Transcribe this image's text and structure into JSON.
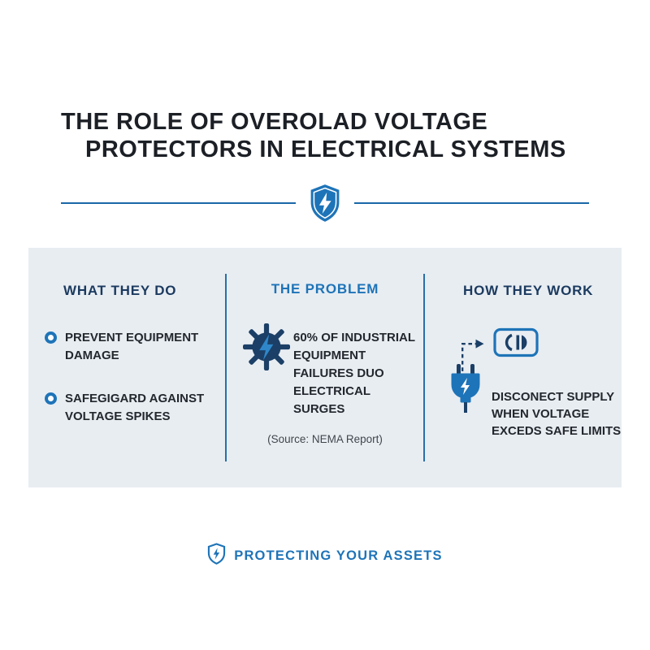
{
  "title": {
    "line1": "THE ROLE OF OVEROLAD VOLTAGE",
    "line2": "PROTECTORS IN ELECTRICAL SYSTEMS"
  },
  "columns": [
    {
      "heading": "WHAT THEY DO",
      "bullets": [
        {
          "lines": [
            "PREVENT EQUIPMENT",
            "DAMAGE"
          ]
        },
        {
          "lines": [
            "SAFEGIGARD AGAINST",
            "VOLTAGE SPIKES"
          ]
        }
      ]
    },
    {
      "heading": "THE PROBLEM",
      "stat_lines": [
        "60% OF INDUSTRIAL",
        "EQUIPMENT",
        "FAILURES DUO",
        "ELECTRICAL SURGES"
      ],
      "source": "(Source: NEMA Report)"
    },
    {
      "heading": "HOW THEY WORK",
      "lines": [
        "DISCONECT SUPPLY",
        "WHEN VOLTAGE",
        "EXCEDS SAFE LIMITS"
      ]
    }
  ],
  "footer": {
    "label": "PROTECTING YOUR ASSETS"
  },
  "icons": {
    "divider": "shield-bolt-icon",
    "bullet": "ring-bullet-icon",
    "problem": "gear-bolt-icon",
    "work": [
      "connector-icon",
      "dashed-arrow-icon",
      "plug-bolt-icon"
    ],
    "footer": "shield-outline-bolt-icon"
  },
  "colors": {
    "accent_blue": "#1e74b8",
    "navy": "#1b3f66",
    "panel_bg": "#e8edf2",
    "text_dark": "#23272e",
    "heading_navy": "#1b3a5f"
  }
}
